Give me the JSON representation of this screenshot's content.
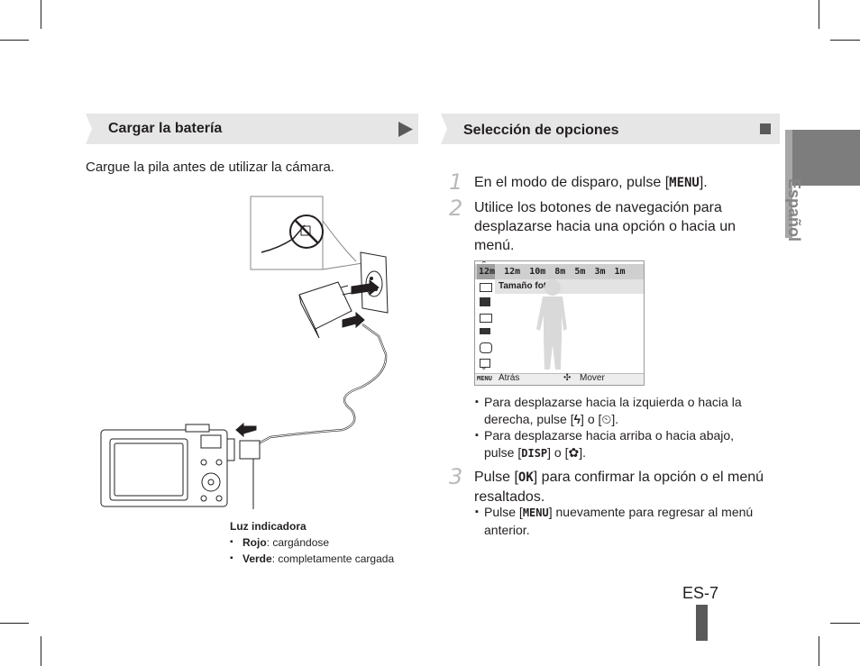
{
  "left": {
    "header": "Cargar la batería",
    "intro": "Cargue la pila antes de utilizar la cámara.",
    "light_label": "Luz indicadora",
    "lights": [
      {
        "name": "Rojo",
        "desc": ": cargándose"
      },
      {
        "name": "Verde",
        "desc": ": completamente cargada"
      }
    ]
  },
  "right": {
    "header": "Selección de opciones",
    "steps": [
      {
        "num": "1",
        "before": "En el modo de disparo, pulse [",
        "btn": "MENU",
        "after": "]."
      },
      {
        "num": "2",
        "text": "Utilice los botones de navegación para desplazarse hacia una opción o hacia un menú."
      },
      {
        "num": "3",
        "before": "Pulse [",
        "btn": "OK",
        "after": "] para confirmar la opción o el menú resaltados."
      }
    ],
    "screen": {
      "sizes": [
        "12m",
        "12m",
        "10m",
        "",
        "8m",
        "5m",
        "3m",
        "1m"
      ],
      "highlight": "Tamaño foto",
      "back_key": "MENU",
      "back": "Atrás",
      "move": "Mover"
    },
    "bullets2": [
      {
        "a": "Para desplazarse hacia la izquierda o hacia la derecha, pulse [",
        "b": "] o [",
        "c": "]."
      },
      {
        "a": "Para desplazarse hacia arriba o hacia abajo, pulse [",
        "key": "DISP",
        "b": "] o [",
        "c": "]."
      }
    ],
    "bullet3": {
      "a": "Pulse [",
      "key": "MENU",
      "b": "] nuevamente para regresar al menú anterior."
    }
  },
  "language": "Español",
  "page_number": "ES-7"
}
